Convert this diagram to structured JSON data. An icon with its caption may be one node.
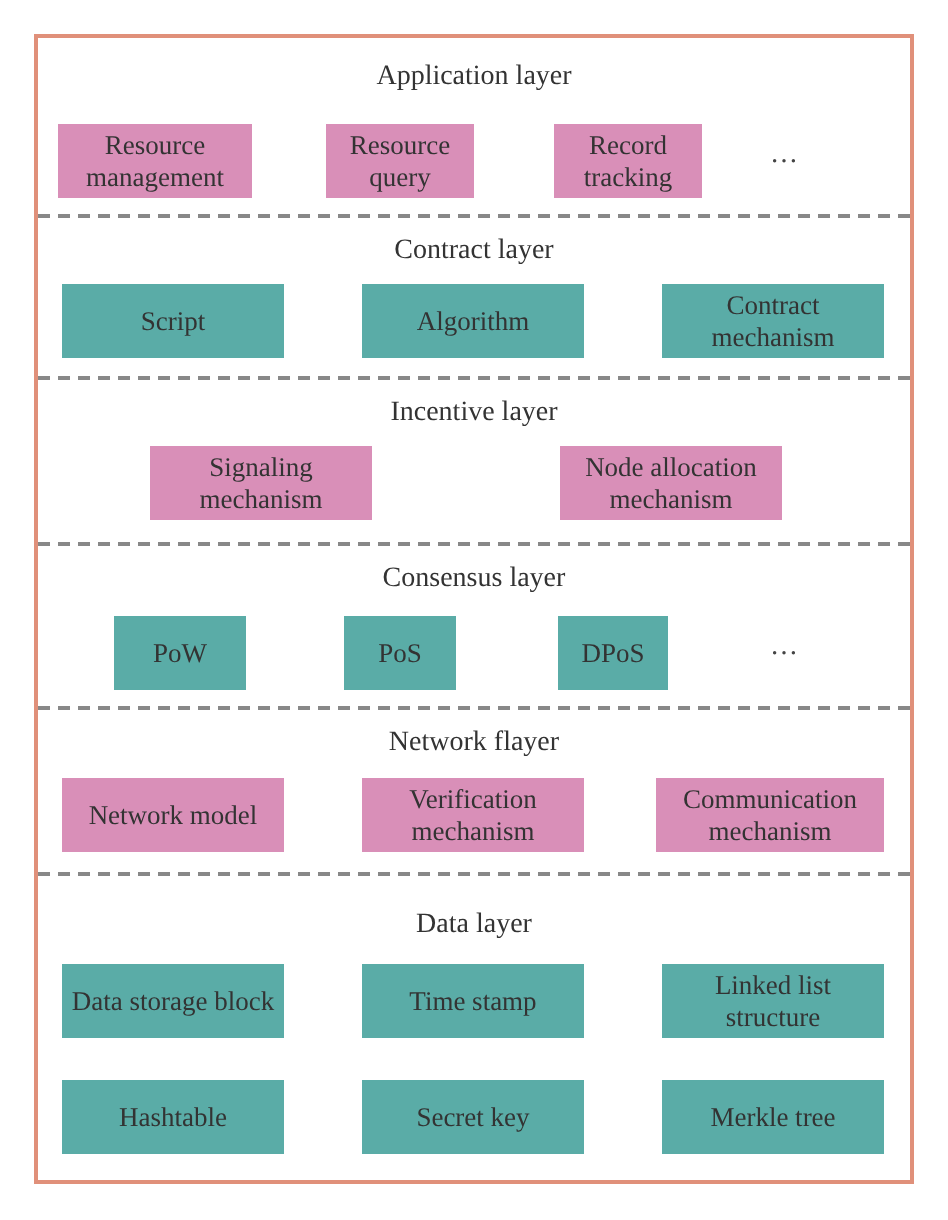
{
  "diagram": {
    "nodes": [
      {
        "text": [
          "Application layer"
        ]
      },
      {
        "text": [
          "Resource management"
        ],
        "in": 0
      },
      {
        "text": [
          "Resource query"
        ],
        "in": 0
      },
      {
        "text": [
          "Record tracking"
        ],
        "in": 0
      },
      {
        "text": [
          "Contract layer"
        ]
      },
      {
        "text": [
          "Script"
        ],
        "in": 4
      },
      {
        "text": [
          "Algorithm"
        ],
        "in": 4
      },
      {
        "text": [
          "Contract mechanism"
        ],
        "in": 4
      },
      {
        "text": [
          "Incentive layer"
        ]
      },
      {
        "text": [
          "Signaling mechanism"
        ],
        "in": 8
      },
      {
        "text": [
          "Node allocation mechanism"
        ],
        "in": 8
      },
      {
        "text": [
          "Consensus layer"
        ]
      },
      {
        "text": [
          "PoW"
        ],
        "in": 11
      },
      {
        "text": [
          "PoS"
        ],
        "in": 11
      },
      {
        "text": [
          "DPoS"
        ],
        "in": 11
      },
      {
        "text": [
          "Network flayer"
        ]
      },
      {
        "text": [
          "Network model"
        ],
        "in": 15
      },
      {
        "text": [
          "Verification mechanism"
        ],
        "in": 15
      },
      {
        "text": [
          "Communication mechanism"
        ],
        "in": 15
      },
      {
        "text": [
          "Data layer"
        ]
      },
      {
        "text": [
          "Data storage block"
        ],
        "in": 19
      },
      {
        "text": [
          "Time stamp"
        ],
        "in": 19
      },
      {
        "text": [
          "Linked list structure"
        ],
        "in": 19
      },
      {
        "text": [
          "Hashtable"
        ],
        "in": 19
      },
      {
        "text": [
          "Secret key"
        ],
        "in": 19
      },
      {
        "text": [
          "Merkle tree"
        ],
        "in": 19
      }
    ],
    "labels": [
      "…",
      "…"
    ]
  }
}
